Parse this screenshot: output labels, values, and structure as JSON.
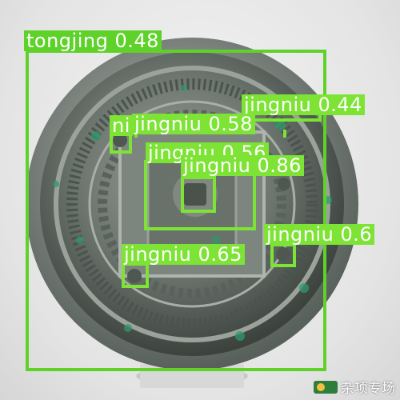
{
  "image": {
    "subject": "bronze-mirror",
    "watermark": {
      "text": "杂项专场"
    }
  },
  "detections": [
    {
      "label": "tongjing 0.48"
    },
    {
      "label": "jingniu 0.44"
    },
    {
      "label": "ni"
    },
    {
      "label": "jingniu 0.58"
    },
    {
      "label": "jingniu 0.56"
    },
    {
      "label": "jingniu 0.86"
    },
    {
      "label": "jingniu 0.6"
    },
    {
      "label": "jingniu 0.65"
    }
  ],
  "colors": {
    "box": "#7de334",
    "box_main": "#5fd22a",
    "label_text": "#ffffff"
  }
}
